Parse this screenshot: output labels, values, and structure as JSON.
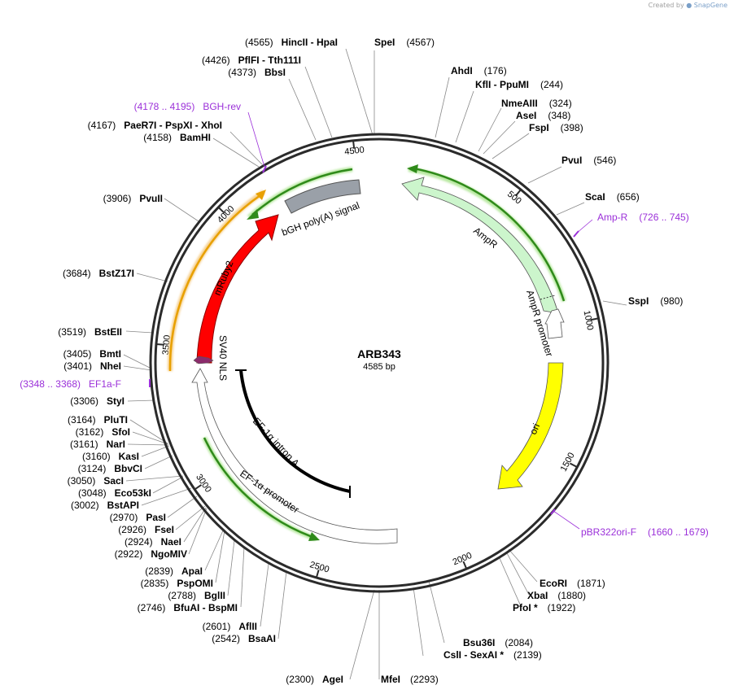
{
  "app": {
    "watermark_prefix": "Created by",
    "watermark_brand": "SnapGene"
  },
  "plasmid": {
    "name": "ARB343",
    "length_label": "4585 bp",
    "length": 4585
  },
  "colors": {
    "backbone": "#2b2b2b",
    "primer": "#9b30d9",
    "mruby2": "#ff0000",
    "ampr": "#ccf5cc",
    "ori": "#ffff00",
    "bgh": "#9aa0a8",
    "sv40": "#8b2b6b",
    "green_arrow": "#2f8a1a",
    "orange_arrow": "#e8a000",
    "white_arrow": "#ffffff"
  },
  "ticks": [
    "500",
    "1000",
    "1500",
    "2000",
    "2500",
    "3000",
    "3500",
    "4000",
    "4500"
  ],
  "features": {
    "mruby2": "mRuby2",
    "bgh": "bGH poly(A) signal",
    "ampr": "AmpR",
    "ampr_promoter": "AmpR promoter",
    "ori": "ori",
    "sv40": "SV40 NLS",
    "intron": "EF-1α intron A",
    "ef1a_promoter": "EF-1α promoter"
  },
  "sites_right": [
    {
      "name": "SpeI",
      "pos": "(4567)"
    },
    {
      "name": "AhdI",
      "pos": "(176)"
    },
    {
      "name": "KflI  -  PpuMI",
      "pos": "(244)"
    },
    {
      "name": "NmeAIII",
      "pos": "(324)"
    },
    {
      "name": "AseI",
      "pos": "(348)"
    },
    {
      "name": "FspI",
      "pos": "(398)"
    },
    {
      "name": "PvuI",
      "pos": "(546)"
    },
    {
      "name": "ScaI",
      "pos": "(656)"
    },
    {
      "name": "SspI",
      "pos": "(980)"
    },
    {
      "name": "EcoRI",
      "pos": "(1871)"
    },
    {
      "name": "XbaI",
      "pos": "(1880)"
    },
    {
      "name": "PfoI *",
      "pos": "(1922)"
    },
    {
      "name": "Bsu36I",
      "pos": "(2084)"
    },
    {
      "name": "CslI  -  SexAI *",
      "pos": "(2139)"
    },
    {
      "name": "MfeI",
      "pos": "(2293)"
    }
  ],
  "sites_left": [
    {
      "name": "HincII  -  HpaI",
      "pos": "(4565)"
    },
    {
      "name": "PflFI  -  Tth111I",
      "pos": "(4426)"
    },
    {
      "name": "BbsI",
      "pos": "(4373)"
    },
    {
      "name": "PaeR7I  -  PspXI  -  XhoI",
      "pos": "(4167)"
    },
    {
      "name": "BamHI",
      "pos": "(4158)"
    },
    {
      "name": "PvuII",
      "pos": "(3906)"
    },
    {
      "name": "BstZ17I",
      "pos": "(3684)"
    },
    {
      "name": "BstEII",
      "pos": "(3519)"
    },
    {
      "name": "BmtI",
      "pos": "(3405)"
    },
    {
      "name": "NheI",
      "pos": "(3401)"
    },
    {
      "name": "StyI",
      "pos": "(3306)"
    },
    {
      "name": "PluTI",
      "pos": "(3164)"
    },
    {
      "name": "SfoI",
      "pos": "(3162)"
    },
    {
      "name": "NarI",
      "pos": "(3161)"
    },
    {
      "name": "KasI",
      "pos": "(3160)"
    },
    {
      "name": "BbvCI",
      "pos": "(3124)"
    },
    {
      "name": "SacI",
      "pos": "(3050)"
    },
    {
      "name": "Eco53kI",
      "pos": "(3048)"
    },
    {
      "name": "BstAPI",
      "pos": "(3002)"
    },
    {
      "name": "PasI",
      "pos": "(2970)"
    },
    {
      "name": "FseI",
      "pos": "(2926)"
    },
    {
      "name": "NaeI",
      "pos": "(2924)"
    },
    {
      "name": "NgoMIV",
      "pos": "(2922)"
    },
    {
      "name": "ApaI",
      "pos": "(2839)"
    },
    {
      "name": "PspOMI",
      "pos": "(2835)"
    },
    {
      "name": "BglII",
      "pos": "(2788)"
    },
    {
      "name": "BfuAI  -  BspMI",
      "pos": "(2746)"
    },
    {
      "name": "AflII",
      "pos": "(2601)"
    },
    {
      "name": "BsaAI",
      "pos": "(2542)"
    },
    {
      "name": "AgeI",
      "pos": "(2300)"
    }
  ],
  "primers": [
    {
      "name": "BGH-rev",
      "range": "(4178 .. 4195)"
    },
    {
      "name": "Amp-R",
      "range": "(726 .. 745)"
    },
    {
      "name": "EF1a-F",
      "range": "(3348 .. 3368)"
    },
    {
      "name": "pBR322ori-F",
      "range": "(1660 .. 1679)"
    }
  ]
}
